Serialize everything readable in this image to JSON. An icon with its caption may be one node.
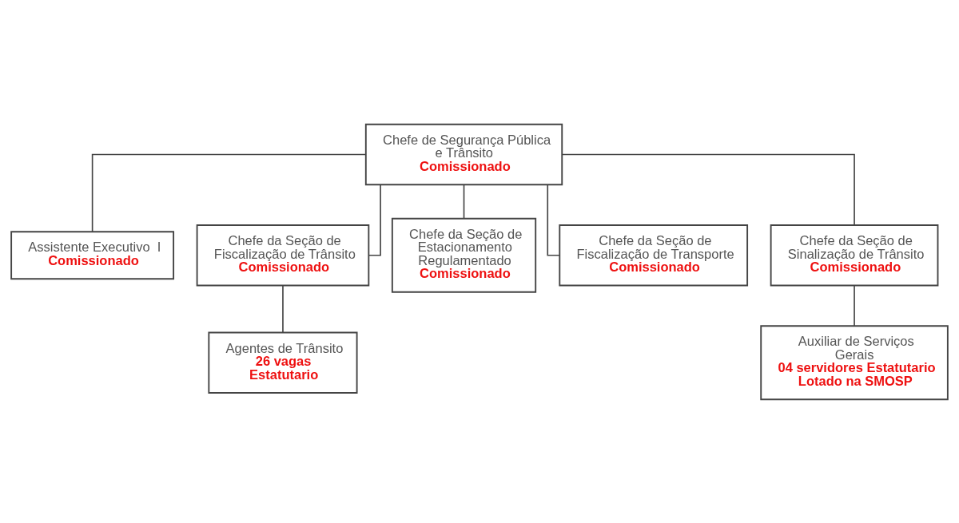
{
  "diagram": {
    "nodes": [
      {
        "text": [
          "Chefe de Segurança Pública e Trânsito",
          "Comissionado"
        ]
      },
      {
        "text": [
          "Assistente Executivo  I",
          "Comissionado"
        ]
      },
      {
        "text": [
          "Chefe da Seção de Fiscalização de Trânsito",
          "Comissionado"
        ]
      },
      {
        "text": [
          "Chefe da Seção de Estacionamento Regulamentado",
          "Comissionado"
        ]
      },
      {
        "text": [
          "Chefe da Seção de Fiscalização de Transporte",
          "Comissionado"
        ]
      },
      {
        "text": [
          "Chefe da Seção de Sinalização de Trânsito",
          "Comissionado"
        ]
      },
      {
        "text": [
          "Agentes de Trânsito",
          "26 vagas",
          "Estatutario"
        ]
      },
      {
        "text": [
          "Auxiliar de Serviços Gerais",
          "04 servidores Estatutario Lotado na SMOSP"
        ]
      }
    ],
    "edges": [
      {
        "from": 0,
        "to": 1,
        "arrow": "none"
      },
      {
        "from": 0,
        "to": 2,
        "arrow": "none"
      },
      {
        "from": 0,
        "to": 3,
        "arrow": "none"
      },
      {
        "from": 0,
        "to": 4,
        "arrow": "none"
      },
      {
        "from": 0,
        "to": 5,
        "arrow": "none"
      },
      {
        "from": 2,
        "to": 6,
        "arrow": "none"
      },
      {
        "from": 5,
        "to": 7,
        "arrow": "none"
      }
    ]
  }
}
